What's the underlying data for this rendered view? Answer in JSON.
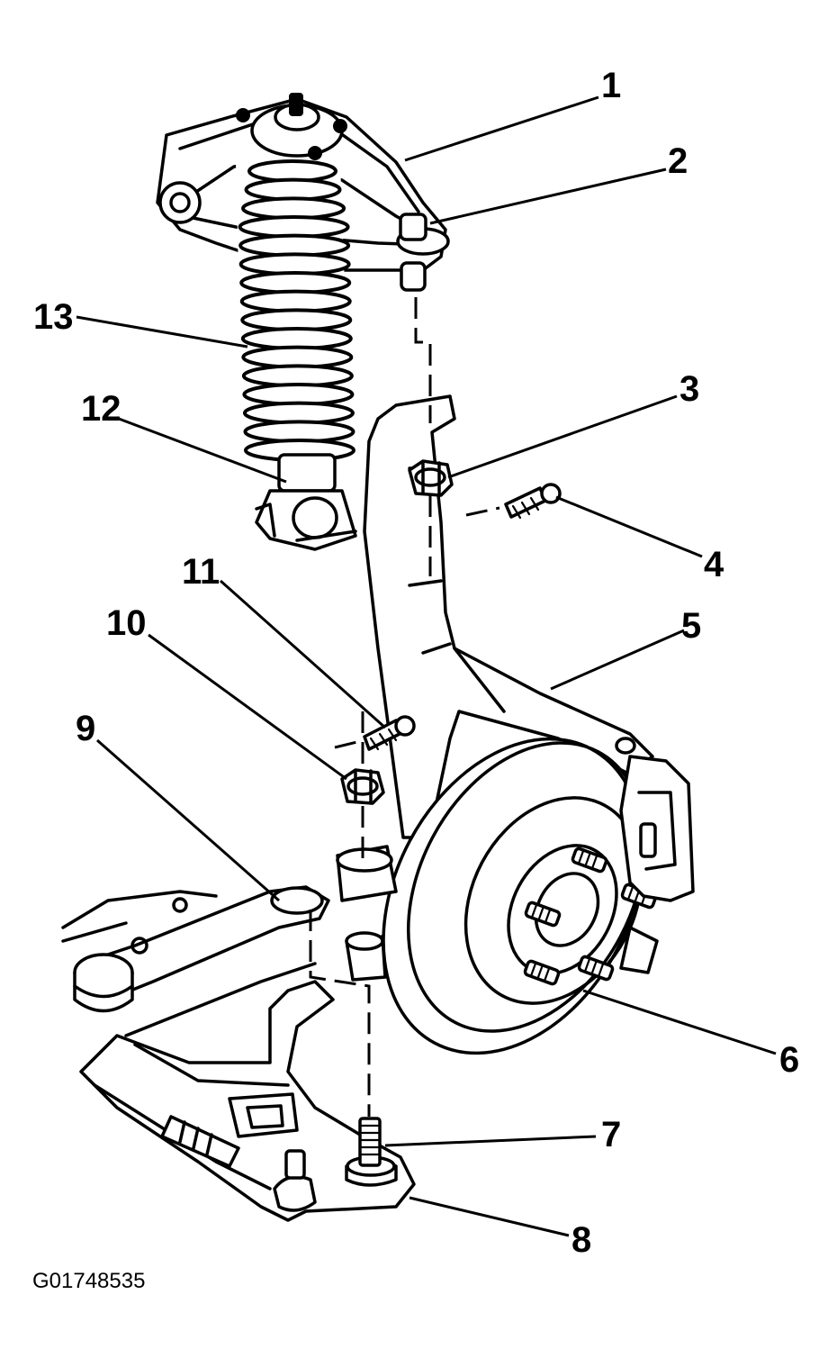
{
  "figure_id": "G01748535",
  "callouts": {
    "c1": "1",
    "c2": "2",
    "c3": "3",
    "c4": "4",
    "c5": "5",
    "c6": "6",
    "c7": "7",
    "c8": "8",
    "c9": "9",
    "c10": "10",
    "c11": "11",
    "c12": "12",
    "c13": "13"
  },
  "colors": {
    "ink": "#000000",
    "paper": "#ffffff"
  }
}
